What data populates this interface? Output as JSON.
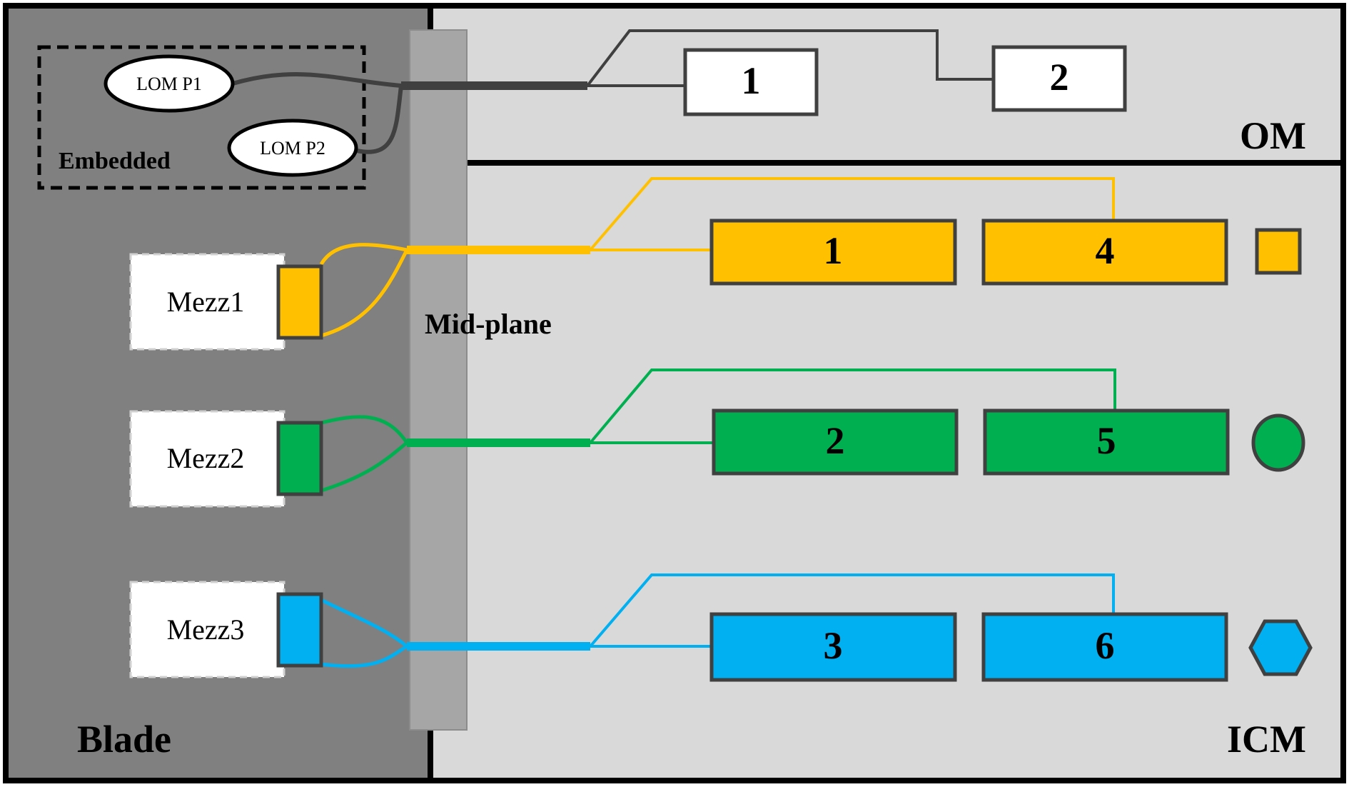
{
  "colors": {
    "blade_bg": "#808080",
    "right_bg": "#d9d9d9",
    "midplane": "#a6a6a6",
    "border": "#000000",
    "box_border": "#404040",
    "yellow": "#ffc000",
    "green": "#00b050",
    "blue": "#00b0f0",
    "white": "#ffffff",
    "om_wire": "#404040"
  },
  "labels": {
    "blade": "Blade",
    "embedded": "Embedded",
    "midplane": "Mid-plane",
    "om": "OM",
    "icm": "ICM",
    "lom_p1": "LOM P1",
    "lom_p2": "LOM P2"
  },
  "mezz": [
    {
      "label": "Mezz1",
      "color": "yellow"
    },
    {
      "label": "Mezz2",
      "color": "green"
    },
    {
      "label": "Mezz3",
      "color": "blue"
    }
  ],
  "om_modules": [
    {
      "label": "1"
    },
    {
      "label": "2"
    }
  ],
  "icm_rows": [
    {
      "color": "yellow",
      "shape": "square",
      "modules": [
        "1",
        "4"
      ]
    },
    {
      "color": "green",
      "shape": "circle",
      "modules": [
        "2",
        "5"
      ]
    },
    {
      "color": "blue",
      "shape": "hexagon",
      "modules": [
        "3",
        "6"
      ]
    }
  ]
}
